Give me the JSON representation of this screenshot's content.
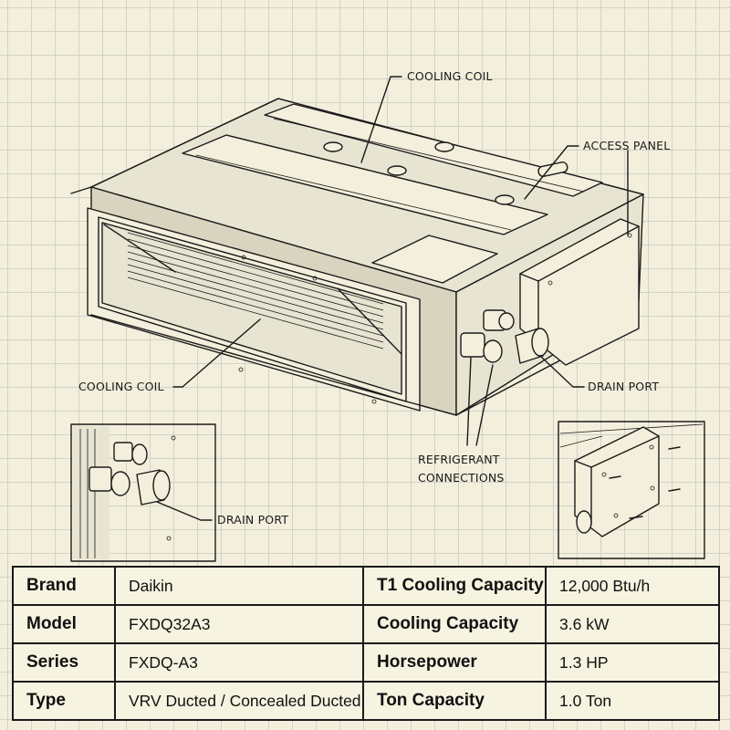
{
  "labels": {
    "cooling_coil_top": "COOLING COIL",
    "access_panel": "ACCESS PANEL",
    "cooling_coil_left": "COOLING COIL",
    "drain_port_right": "DRAIN PORT",
    "refrigerant_line1": "REFRIGERANT",
    "refrigerant_line2": "CONNECTIONS",
    "drain_port_inset": "DRAIN PORT"
  },
  "specs": [
    {
      "label": "Brand",
      "value": "Daikin",
      "label2": "T1 Cooling Capacity",
      "value2": "12,000 Btu/h"
    },
    {
      "label": "Model",
      "value": "FXDQ32A3",
      "label2": "Cooling Capacity",
      "value2": "3.6 kW"
    },
    {
      "label": "Series",
      "value": "FXDQ-A3",
      "label2": "Horsepower",
      "value2": "1.3 HP"
    },
    {
      "label": "Type",
      "value": "VRV Ducted / Concealed Ducted",
      "label2": "Ton Capacity",
      "value2": "1.0 Ton"
    }
  ]
}
